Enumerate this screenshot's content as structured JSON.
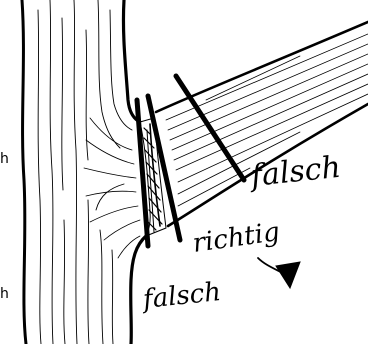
{
  "labels": {
    "top_right": "falsch",
    "middle": "richtig",
    "bottom": "falsch"
  },
  "edge_marks": {
    "upper": "h",
    "lower": "h"
  },
  "colors": {
    "ink": "#000000",
    "paper": "#ffffff"
  }
}
